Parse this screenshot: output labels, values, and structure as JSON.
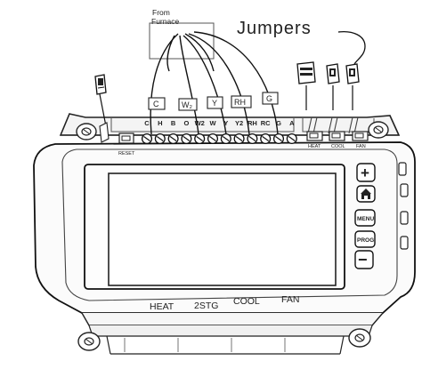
{
  "source_label_line1": "From",
  "source_label_line2": "Furnace",
  "jumpers_title": "Jumpers",
  "wire_labels": {
    "c": "C",
    "w2": "W₂",
    "y": "Y",
    "rh": "RH",
    "g": "G"
  },
  "terminals": [
    "C",
    "H",
    "B",
    "O",
    "W2",
    "W",
    "Y",
    "Y2",
    "RH",
    "RC",
    "G",
    "A"
  ],
  "reset_label": "RESET",
  "jumper_position_labels": [
    "HEAT",
    "COOL",
    "FAN"
  ],
  "mode_labels": [
    "HEAT",
    "2STG",
    "COOL",
    "FAN"
  ],
  "buttons": {
    "plus": "+",
    "home": "home",
    "menu": "MENU",
    "prog": "PROG",
    "minus": "−"
  }
}
